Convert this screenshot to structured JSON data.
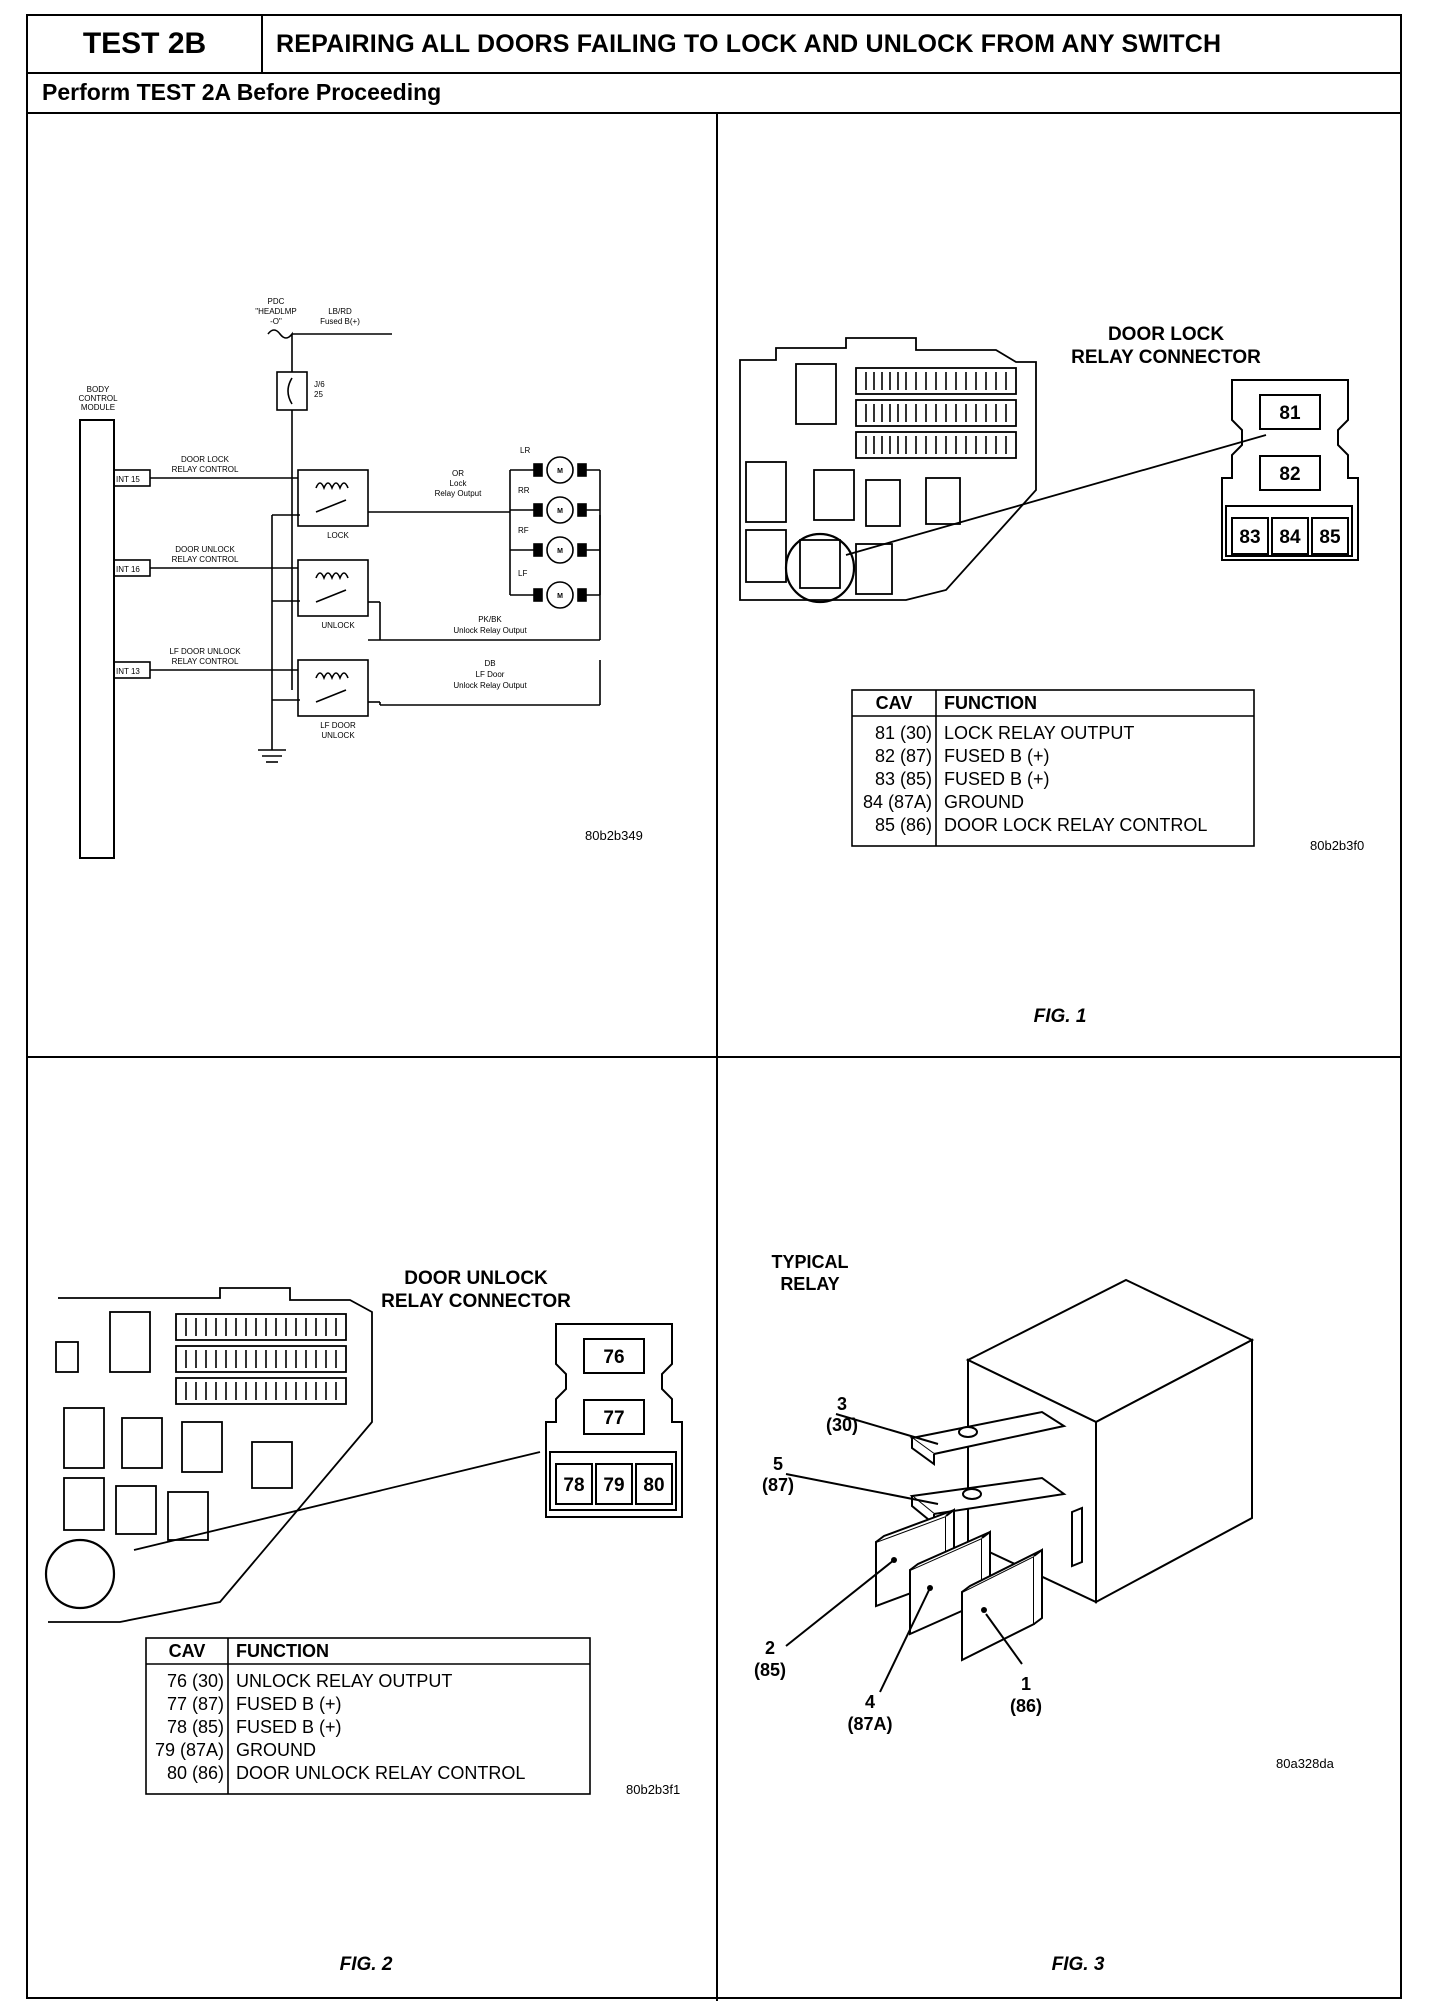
{
  "header": {
    "test_id": "TEST 2B",
    "title": "REPAIRING ALL DOORS FAILING TO LOCK AND UNLOCK FROM ANY SWITCH",
    "subtitle": "Perform TEST 2A Before Proceeding"
  },
  "schematic": {
    "pdc_label": [
      "PDC",
      "\"HEADLMP",
      "-O\""
    ],
    "feed_label": [
      "LB/RD",
      "Fused B(+)"
    ],
    "fuse_label": [
      "J/6",
      "25"
    ],
    "bcm_label": [
      "BODY",
      "CONTROL",
      "MODULE"
    ],
    "pins": [
      "INT 15",
      "INT 16",
      "INT 13"
    ],
    "controls": [
      [
        "DOOR LOCK",
        "RELAY CONTROL"
      ],
      [
        "DOOR UNLOCK",
        "RELAY CONTROL"
      ],
      [
        "LF DOOR UNLOCK",
        "RELAY CONTROL"
      ]
    ],
    "relays": [
      "LOCK",
      "UNLOCK",
      "LF DOOR",
      "UNLOCK"
    ],
    "wires": [
      [
        "OR",
        "Lock",
        "Relay Output"
      ],
      [
        "PK/BK",
        "Unlock Relay Output"
      ],
      [
        "DB",
        "LF Door",
        "Unlock Relay Output"
      ]
    ],
    "motors": [
      "LR",
      "RR",
      "RF",
      "LF"
    ],
    "motor_symbol": "M",
    "ref": "80b2b349"
  },
  "fig1": {
    "title": [
      "DOOR LOCK",
      "RELAY CONNECTOR"
    ],
    "cavities": [
      "81",
      "82",
      "83",
      "84",
      "85"
    ],
    "table_headers": [
      "CAV",
      "FUNCTION"
    ],
    "rows": [
      [
        "81 (30)",
        "LOCK RELAY OUTPUT"
      ],
      [
        "82 (87)",
        "FUSED B (+)"
      ],
      [
        "83 (85)",
        "FUSED B (+)"
      ],
      [
        "84 (87A)",
        "GROUND"
      ],
      [
        "85 (86)",
        "DOOR LOCK RELAY CONTROL"
      ]
    ],
    "ref": "80b2b3f0",
    "caption": "FIG. 1"
  },
  "fig2": {
    "title": [
      "DOOR UNLOCK",
      "RELAY CONNECTOR"
    ],
    "cavities": [
      "76",
      "77",
      "78",
      "79",
      "80"
    ],
    "table_headers": [
      "CAV",
      "FUNCTION"
    ],
    "rows": [
      [
        "76 (30)",
        "UNLOCK RELAY OUTPUT"
      ],
      [
        "77 (87)",
        "FUSED B (+)"
      ],
      [
        "78 (85)",
        "FUSED B (+)"
      ],
      [
        "79 (87A)",
        "GROUND"
      ],
      [
        "80 (86)",
        "DOOR UNLOCK RELAY CONTROL"
      ]
    ],
    "ref": "80b2b3f1",
    "caption": "FIG. 2"
  },
  "fig3": {
    "title": [
      "TYPICAL",
      "RELAY"
    ],
    "terminals": [
      [
        "3",
        "(30)"
      ],
      [
        "5",
        "(87)"
      ],
      [
        "2",
        "(85)"
      ],
      [
        "4",
        "(87A)"
      ],
      [
        "1",
        "(86)"
      ]
    ],
    "ref": "80a328da",
    "caption": "FIG. 3"
  }
}
